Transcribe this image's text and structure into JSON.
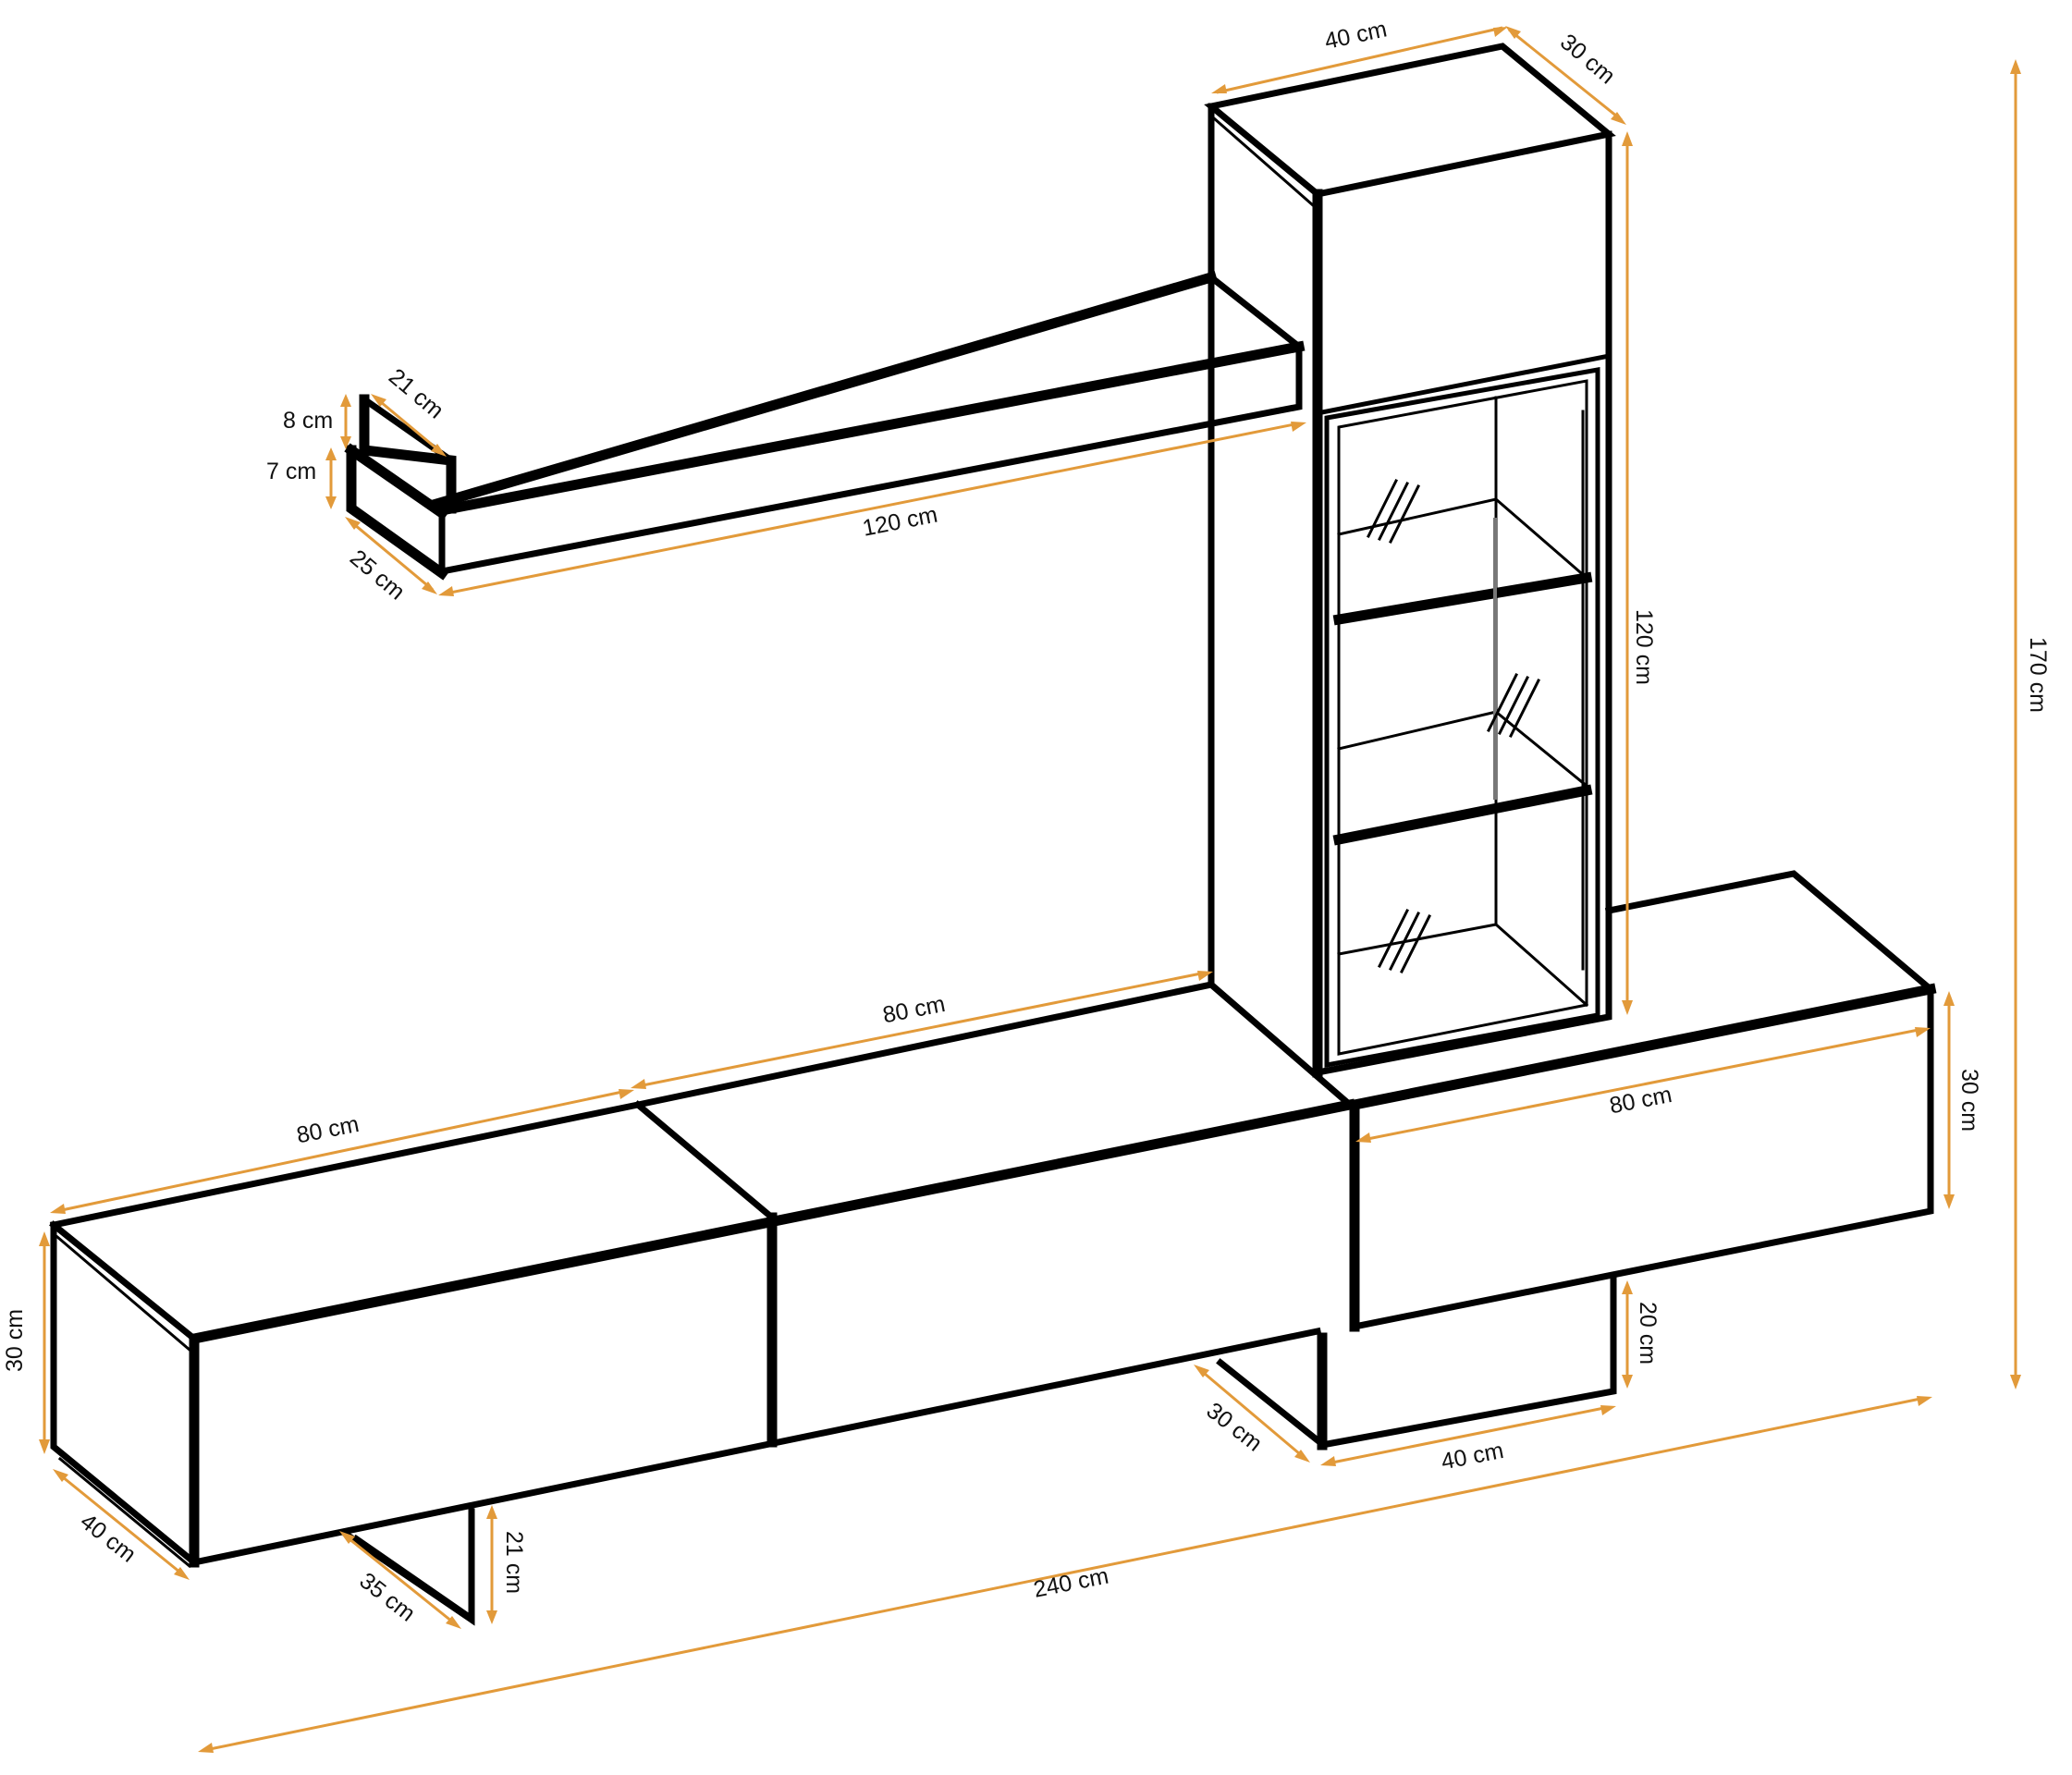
{
  "colors": {
    "outline": "#000000",
    "dimension": "#e29a3a",
    "glass": "#777777"
  },
  "dimensions": {
    "top_width": "40 cm",
    "top_depth": "30 cm",
    "cabinet_height": "120 cm",
    "total_height": "170 cm",
    "shelf_length": "120 cm",
    "shelf_depth": "25 cm",
    "box_top": "21 cm",
    "box_upper": "8 cm",
    "box_lower": "7 cm",
    "low_mid_width": "80 cm",
    "low_left_width": "80 cm",
    "low_left_height": "30 cm",
    "low_left_depth": "40 cm",
    "foot_depth": "35 cm",
    "foot_height": "21 cm",
    "total_width": "240 cm",
    "right_width": "80 cm",
    "right_height": "30 cm",
    "stand_height": "20 cm",
    "stand_depth": "30 cm",
    "stand_width": "40 cm"
  }
}
